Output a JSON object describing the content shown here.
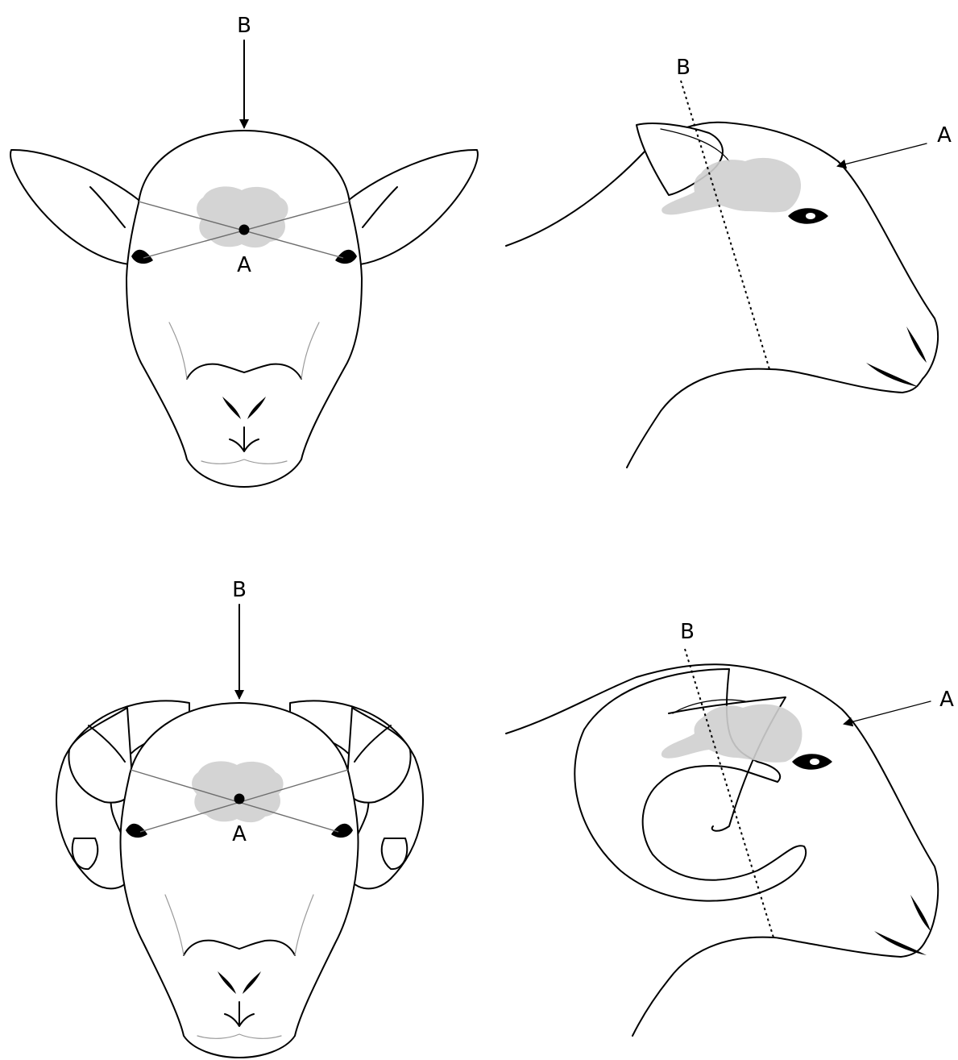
{
  "panels": {
    "polled_front": {
      "label_a": "A",
      "label_b": "B"
    },
    "polled_side": {
      "label_a": "A",
      "label_b": "B"
    },
    "horned_front": {
      "label_a": "A",
      "label_b": "B"
    },
    "horned_side": {
      "label_a": "A",
      "label_b": "B"
    }
  },
  "colors": {
    "outline": "#000000",
    "brain_fill": "#cfcfcf",
    "guide_line": "#6e6e6e",
    "background": "#ffffff"
  },
  "icons": [
    "arrow-icon",
    "eye-icon",
    "nostril-icon",
    "dotted-line"
  ]
}
